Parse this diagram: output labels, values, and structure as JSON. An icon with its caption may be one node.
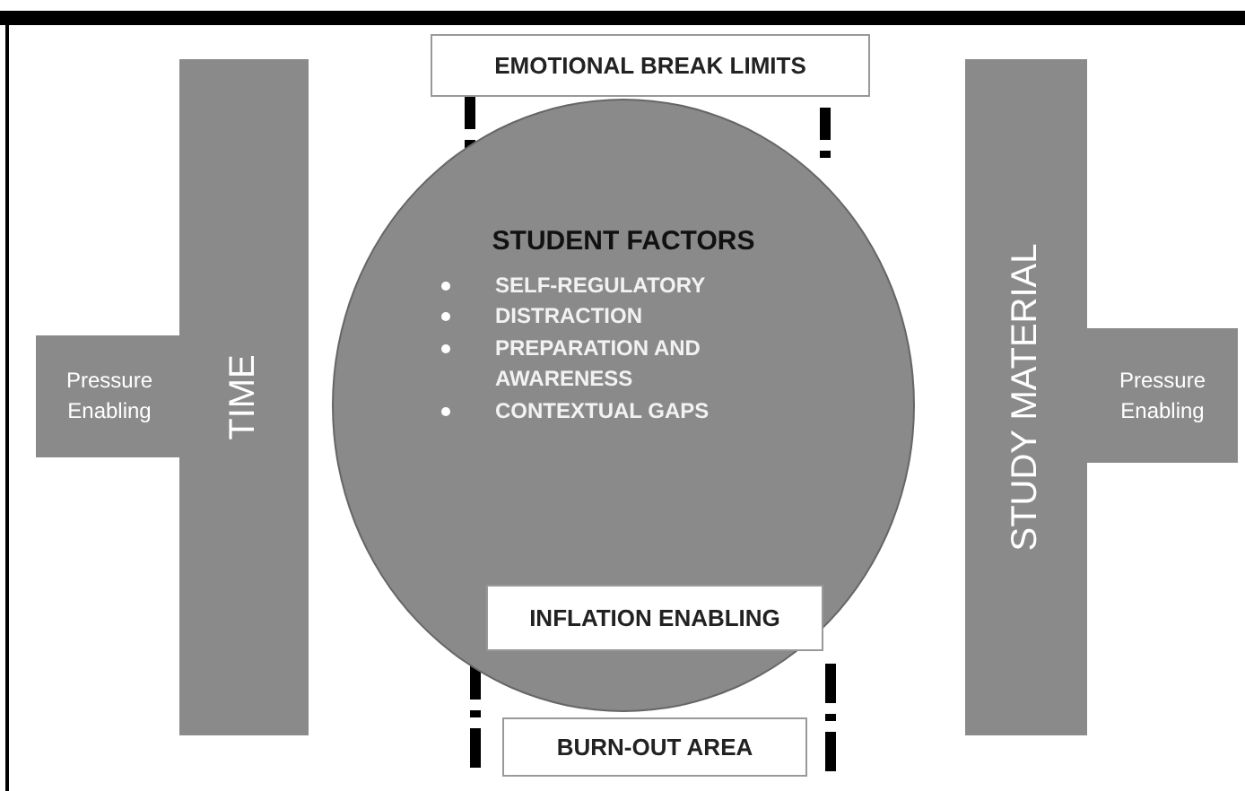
{
  "diagram": {
    "nodes": [
      {
        "text": [
          "EMOTIONAL BREAK LIMITS"
        ]
      },
      {
        "text": [
          "Pressure Enabling"
        ]
      },
      {
        "text": [
          "TIME"
        ]
      },
      {
        "text": [
          "STUDENT FACTORS",
          "SELF-REGULATORY",
          "DISTRACTION",
          "PREPARATION AND AWARENESS",
          "CONTEXTUAL GAPS"
        ]
      },
      {
        "text": [
          "STUDY MATERIAL"
        ]
      },
      {
        "text": [
          "Pressure Enabling"
        ]
      },
      {
        "text": [
          "INFLATION ENABLING"
        ],
        "in": 3
      },
      {
        "text": [
          "BURN-OUT AREA"
        ]
      }
    ],
    "edges": []
  }
}
